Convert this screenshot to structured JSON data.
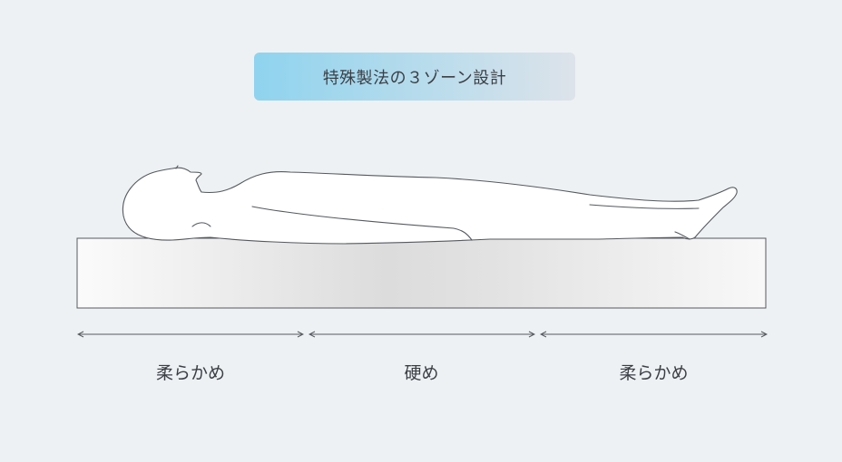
{
  "title": "特殊製法の３ゾーン設計",
  "zones": [
    {
      "label": "柔らかめ"
    },
    {
      "label": "硬め"
    },
    {
      "label": "柔らかめ"
    }
  ],
  "colors": {
    "background": "#eef1f4",
    "badge_start": "#8fd3ee",
    "badge_end": "#dde3ea",
    "text": "#3b3f44",
    "outline": "#55595e",
    "mattress_soft": "#fafafa",
    "mattress_hard": "#dcdcdc"
  }
}
